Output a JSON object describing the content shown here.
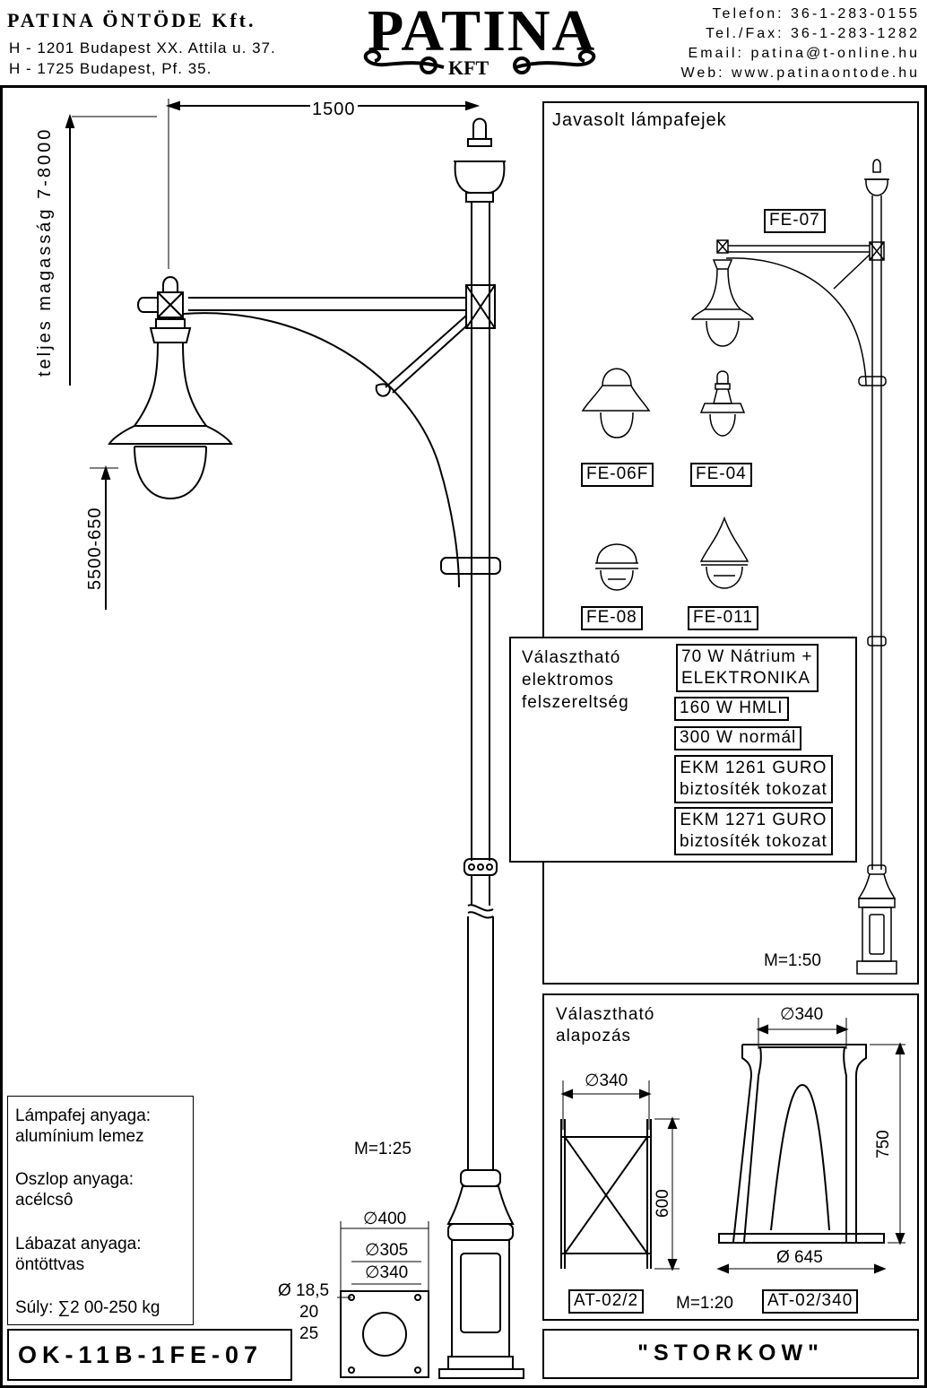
{
  "header": {
    "company": "PATINA ÖNTÖDE Kft.",
    "address1": "H - 1201 Budapest XX. Attila u. 37.",
    "address2": "H - 1725 Budapest, Pf. 35.",
    "logo_main": "PATINA",
    "logo_sub": "KFT",
    "phone": "Telefon: 36-1-283-0155",
    "fax": "Tel./Fax: 36-1-283-1282",
    "email": "Email: patina@t-online.hu",
    "web": "Web: www.patinaontode.hu"
  },
  "main_drawing": {
    "width_dim": "1500",
    "height_label": "teljes magasság 7-8000",
    "lower_height_label": "5500-650",
    "scale": "M=1:25",
    "base_dims": {
      "d400": "∅400",
      "d305": "∅305",
      "d340": "∅340",
      "hole": "Ø 18,5",
      "v20": "20",
      "v25": "25"
    }
  },
  "materials": {
    "lamp_head_label": "Lámpafej anyaga:",
    "lamp_head_value": "alumínium lemez",
    "pole_label": "Oszlop anyaga:",
    "pole_value": "acélcsô",
    "base_label": "Lábazat anyaga:",
    "base_value": "öntöttvas",
    "weight": "Súly:  ∑2 00-250 kg"
  },
  "product_code": "OK-11B-1FE-07",
  "product_name": "\"STORKOW\"",
  "lamp_heads": {
    "title": "Javasolt lámpafejek",
    "items": [
      "FE-07",
      "FE-06F",
      "FE-04",
      "FE-08",
      "FE-011"
    ],
    "scale": "M=1:50"
  },
  "electrical": {
    "title_lines": [
      "Választható",
      "elektromos",
      "felszereltség"
    ],
    "opt1": [
      "70 W Nátrium +",
      "ELEKTRONIKA"
    ],
    "opt2": "160 W HMLI",
    "opt3": "300 W normál",
    "opt4": [
      "EKM 1261 GURO",
      "biztosíték tokozat"
    ],
    "opt5": [
      "EKM 1271 GURO",
      "biztosíték tokozat"
    ]
  },
  "foundation": {
    "title_lines": [
      "Választható",
      "alapozás"
    ],
    "at022": {
      "diameter": "∅340",
      "height": "600",
      "code": "AT-02/2"
    },
    "at02340": {
      "top": "∅340",
      "height": "750",
      "bottom": "Ø 645",
      "code": "AT-02/340"
    },
    "scale": "M=1:20"
  }
}
